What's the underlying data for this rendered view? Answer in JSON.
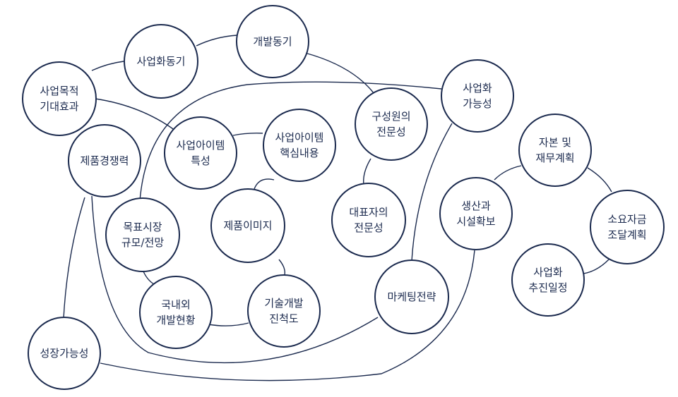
{
  "colors": {
    "stroke": "#1b2a4e",
    "text": "#1b2a4e",
    "fill": "#ffffff"
  },
  "nodes": [
    {
      "id": "saeop-mokjeok",
      "lines": [
        "사업목적",
        "기대효과"
      ]
    },
    {
      "id": "saeophwa-donggi",
      "lines": [
        "사업화동기"
      ]
    },
    {
      "id": "gaebal-donggi",
      "lines": [
        "개발동기"
      ]
    },
    {
      "id": "saeophwa-ganeungseong",
      "lines": [
        "사업화",
        "가능성"
      ]
    },
    {
      "id": "jepum-gyeongjaengryeok",
      "lines": [
        "제품경쟁력"
      ]
    },
    {
      "id": "item-teukseong",
      "lines": [
        "사업아이템",
        "특성"
      ]
    },
    {
      "id": "item-haeksim",
      "lines": [
        "사업아이템",
        "핵심내용"
      ]
    },
    {
      "id": "guseongwon-jeonmunseong",
      "lines": [
        "구성원의",
        "전문성"
      ]
    },
    {
      "id": "jabon-jaemu",
      "lines": [
        "자본 및",
        "재무계획"
      ]
    },
    {
      "id": "mokpyo-sijang",
      "lines": [
        "목표시장",
        "규모/전망"
      ]
    },
    {
      "id": "jepum-image",
      "lines": [
        "제품이미지"
      ]
    },
    {
      "id": "daepyoja-jeonmunseong",
      "lines": [
        "대표자의",
        "전문성"
      ]
    },
    {
      "id": "saengsan-siseol",
      "lines": [
        "생산과",
        "시설확보"
      ]
    },
    {
      "id": "soyojageum",
      "lines": [
        "소요자금",
        "조달계획"
      ]
    },
    {
      "id": "saeophwa-iljeong",
      "lines": [
        "사업화",
        "추진일정"
      ]
    },
    {
      "id": "gungnaeoe-hyeonhwang",
      "lines": [
        "국내외",
        "개발현황"
      ]
    },
    {
      "id": "gisul-jinchuk",
      "lines": [
        "기술개발",
        "진척도"
      ]
    },
    {
      "id": "maketing-jeollyak",
      "lines": [
        "마케팅전략"
      ]
    },
    {
      "id": "seongjang-ganeungseong",
      "lines": [
        "성장가능성"
      ]
    }
  ]
}
